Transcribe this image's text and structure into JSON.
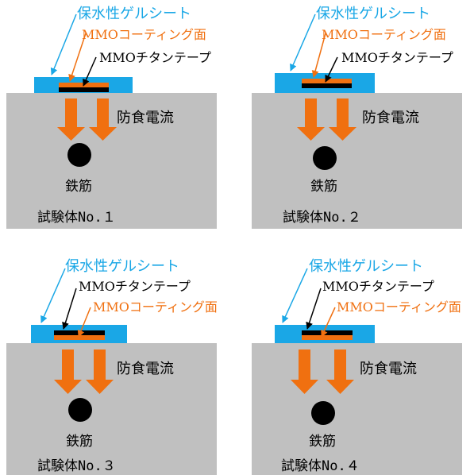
{
  "colors": {
    "concrete": "#c0c0c0",
    "gel_sheet": "#1aa7e6",
    "mmo_coating": "#f07010",
    "titanium_tape": "#000000",
    "current_arrow": "#f07010",
    "rebar": "#000000"
  },
  "specimens": [
    {
      "caption": "試験体No.１",
      "layer_order": "coating-top",
      "labels": {
        "gel_sheet": "保水性ゲルシート",
        "mmo_coating": "MMOコーティング面",
        "titanium_tape": "MMOチタンテープ",
        "current": "防食電流",
        "rebar": "鉄筋"
      }
    },
    {
      "caption": "試験体No.２",
      "layer_order": "coating-top",
      "labels": {
        "gel_sheet": "保水性ゲルシート",
        "mmo_coating": "MMOコーティング面",
        "titanium_tape": "MMOチタンテープ",
        "current": "防食電流",
        "rebar": "鉄筋"
      }
    },
    {
      "caption": "試験体No.３",
      "layer_order": "coating-bottom",
      "labels": {
        "gel_sheet": "保水性ゲルシート",
        "mmo_coating": "MMOコーティング面",
        "titanium_tape": "MMOチタンテープ",
        "current": "防食電流",
        "rebar": "鉄筋"
      }
    },
    {
      "caption": "試験体No.４",
      "layer_order": "coating-bottom",
      "labels": {
        "gel_sheet": "保水性ゲルシート",
        "mmo_coating": "MMOコーティング面",
        "titanium_tape": "MMOチタンテープ",
        "current": "防食電流",
        "rebar": "鉄筋"
      }
    }
  ]
}
